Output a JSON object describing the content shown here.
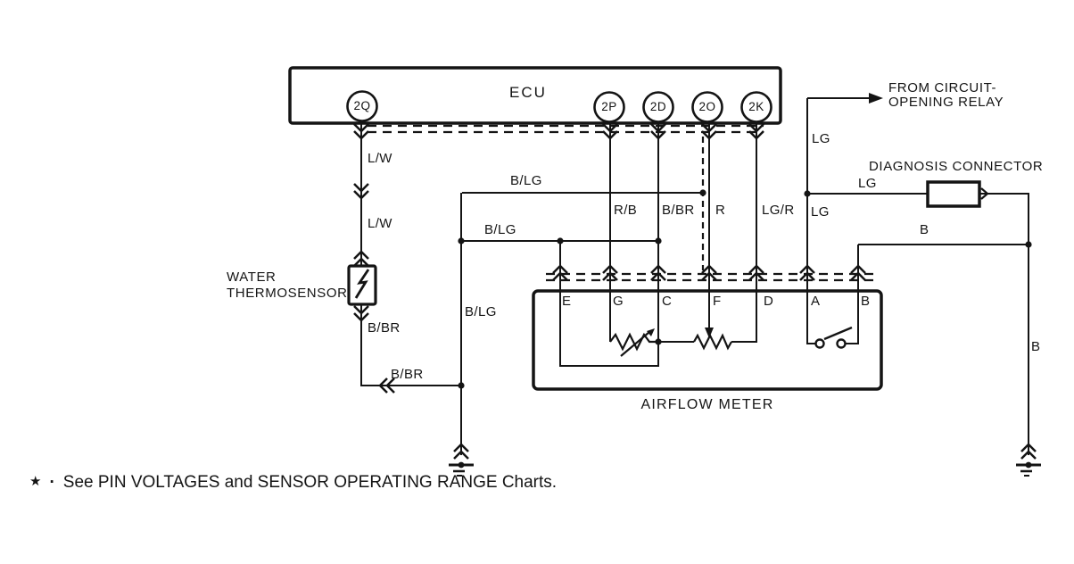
{
  "ecu": {
    "label": "ECU",
    "pins": [
      "2Q",
      "2P",
      "2D",
      "2O",
      "2K"
    ]
  },
  "relay_note": {
    "line1": "FROM CIRCUIT-",
    "line2": "OPENING RELAY"
  },
  "diagnosis_connector": {
    "label": "DIAGNOSIS CONNECTOR"
  },
  "water_thermosensor": {
    "line1": "WATER",
    "line2": "THERMOSENSOR"
  },
  "airflow_meter": {
    "label": "AIRFLOW METER",
    "terminals": [
      "E",
      "G",
      "C",
      "F",
      "D",
      "A",
      "B"
    ]
  },
  "wire_labels": {
    "lw_upper": "L/W",
    "lw_lower": "L/W",
    "bbr_vertical": "B/BR",
    "bbr_horizontal": "B/BR",
    "blg_upper": "B/LG",
    "blg_mid": "B/LG",
    "blg_vertical": "B/LG",
    "rb": "R/B",
    "bbr_pin": "B/BR",
    "r": "R",
    "lgr": "LG/R",
    "lg_top": "LG",
    "lg_connector": "LG",
    "lg_below": "LG",
    "b_horizontal": "B",
    "b_vertical": "B"
  },
  "footnote": {
    "star": "★",
    "separator": "·",
    "text": "See PIN VOLTAGES and SENSOR OPERATING RANGE Charts."
  }
}
